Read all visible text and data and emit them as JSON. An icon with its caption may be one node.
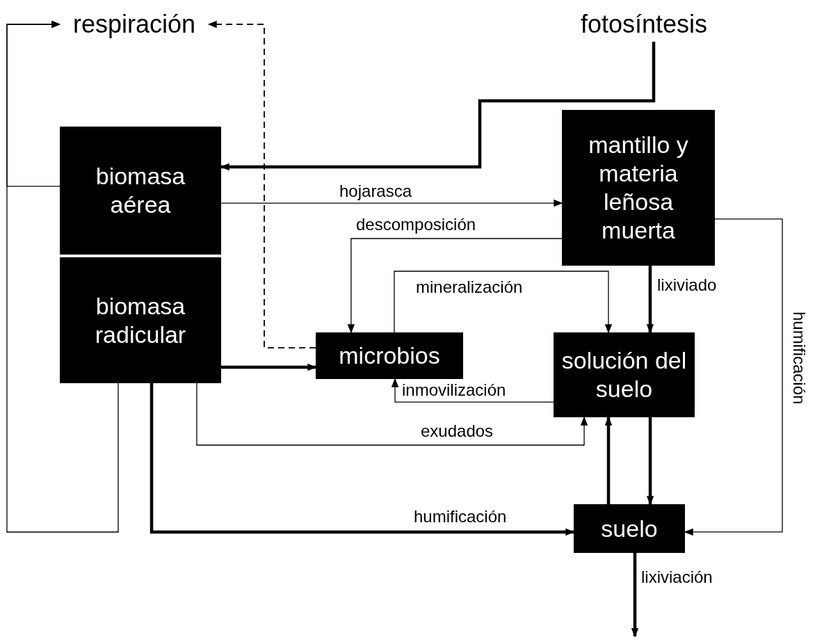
{
  "diagram": {
    "nodes": [
      {
        "text": [
          "respiración"
        ]
      },
      {
        "text": [
          "fotosíntesis"
        ]
      },
      {
        "text": [
          "biomasa aérea"
        ]
      },
      {
        "text": [
          "biomasa radicular"
        ]
      },
      {
        "text": [
          "mantillo y materia leñosa muerta"
        ]
      },
      {
        "text": [
          "microbios"
        ]
      },
      {
        "text": [
          "solución del suelo"
        ]
      },
      {
        "text": [
          "suelo"
        ]
      }
    ],
    "edges": [
      {
        "from": 2,
        "to": 0,
        "arrow": "to"
      },
      {
        "from": 3,
        "to": 0,
        "arrow": "to"
      },
      {
        "from": 5,
        "to": 0,
        "arrow": "to",
        "style": "dashed"
      },
      {
        "from": 1,
        "to": 2,
        "arrow": "to",
        "style": "thick"
      },
      {
        "from": 2,
        "to": 4,
        "arrow": "to",
        "label": "hojarasca"
      },
      {
        "from": 4,
        "to": 5,
        "arrow": "to",
        "label": "descomposición"
      },
      {
        "from": 5,
        "to": 6,
        "arrow": "to",
        "label": "mineralización"
      },
      {
        "from": 4,
        "to": 6,
        "arrow": "to",
        "label": "lixiviado",
        "style": "thick"
      },
      {
        "from": 6,
        "to": 5,
        "arrow": "to",
        "label": "inmovilización"
      },
      {
        "from": 3,
        "to": 5,
        "arrow": "to",
        "style": "thick"
      },
      {
        "from": 3,
        "to": 6,
        "arrow": "to",
        "label": "exudados"
      },
      {
        "from": 4,
        "to": 7,
        "arrow": "to",
        "label": "humificación"
      },
      {
        "from": 7,
        "to": 6,
        "arrow": "to",
        "style": "thick"
      },
      {
        "from": 6,
        "to": 7,
        "arrow": "to",
        "style": "thick"
      },
      {
        "from": 3,
        "to": 7,
        "arrow": "to",
        "label": "humificación",
        "style": "thick"
      },
      {
        "from": 7,
        "to": null,
        "arrow": "to",
        "label": "lixiviación",
        "style": "thick"
      }
    ]
  }
}
